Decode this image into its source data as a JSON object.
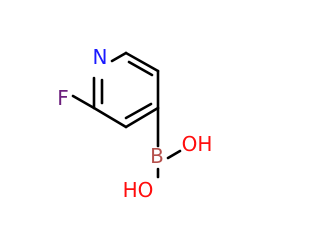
{
  "molecule": {
    "atoms": {
      "nitrogen": {
        "label": "N",
        "color": "#1a1aff"
      },
      "fluorine": {
        "label": "F",
        "color": "#6b1e7c"
      },
      "boron": {
        "label": "B",
        "color": "#b5504c"
      },
      "hydroxyl_1": {
        "label": "OH",
        "color": "#ff0d0d"
      },
      "hydroxyl_2": {
        "label": "HO",
        "color": "#ff0d0d"
      }
    },
    "bond_color": "#000000"
  }
}
